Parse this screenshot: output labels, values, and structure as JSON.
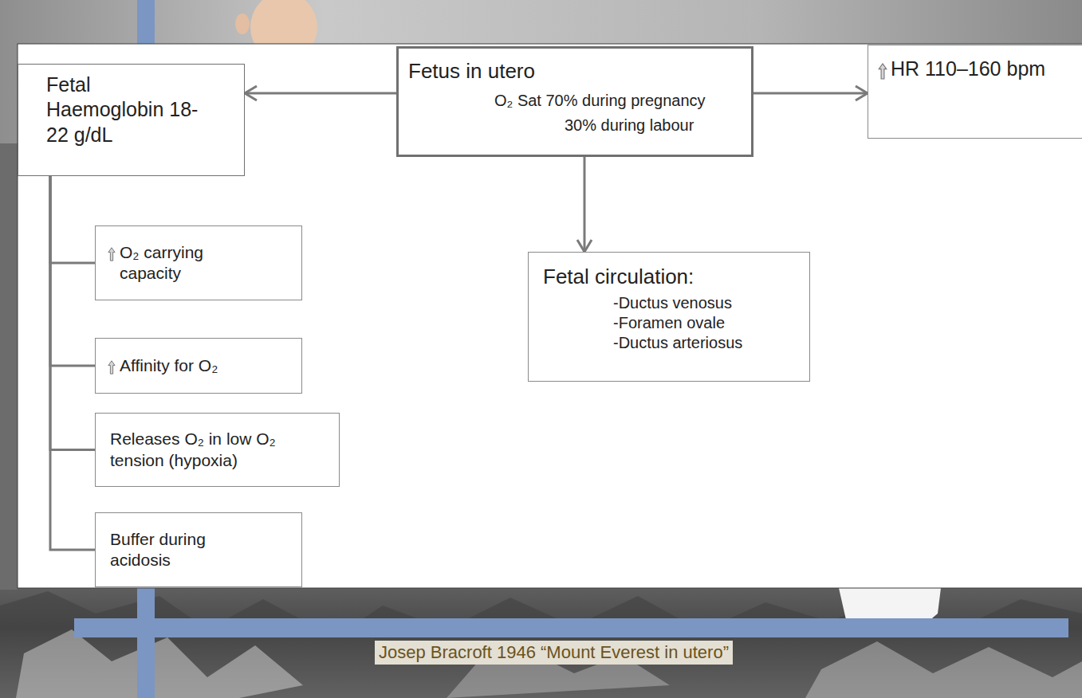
{
  "diagram": {
    "caption": "Josep Bracroft 1946 “Mount Everest in utero”",
    "nodes": [
      {
        "text": [
          "Fetal Haemoglobin 18-22 g/dL"
        ]
      },
      {
        "text": [
          "Fetus in utero",
          "O₂ Sat 70% during pregnancy",
          "30% during labour"
        ]
      },
      {
        "text": [
          "HR 110–160 bpm"
        ]
      },
      {
        "text": [
          "O₂ carrying capacity"
        ]
      },
      {
        "text": [
          "Fetal circulation:",
          "-Ductus venosus",
          "-Foramen ovale",
          "-Ductus arteriosus"
        ]
      },
      {
        "text": [
          "Affinity for O₂"
        ]
      },
      {
        "text": [
          "Releases O₂ in low O₂ tension (hypoxia)"
        ]
      },
      {
        "text": [
          "Buffer during acidosis"
        ]
      }
    ],
    "edges": [
      {
        "from": 1,
        "to": 0,
        "arrow": "to"
      },
      {
        "from": 1,
        "to": 2,
        "arrow": "to"
      },
      {
        "from": 1,
        "to": 4,
        "arrow": "to"
      },
      {
        "from": 0,
        "to": 3,
        "arrow": "none"
      },
      {
        "from": 0,
        "to": 5,
        "arrow": "none"
      },
      {
        "from": 0,
        "to": 6,
        "arrow": "none"
      },
      {
        "from": 0,
        "to": 7,
        "arrow": "none"
      }
    ]
  }
}
